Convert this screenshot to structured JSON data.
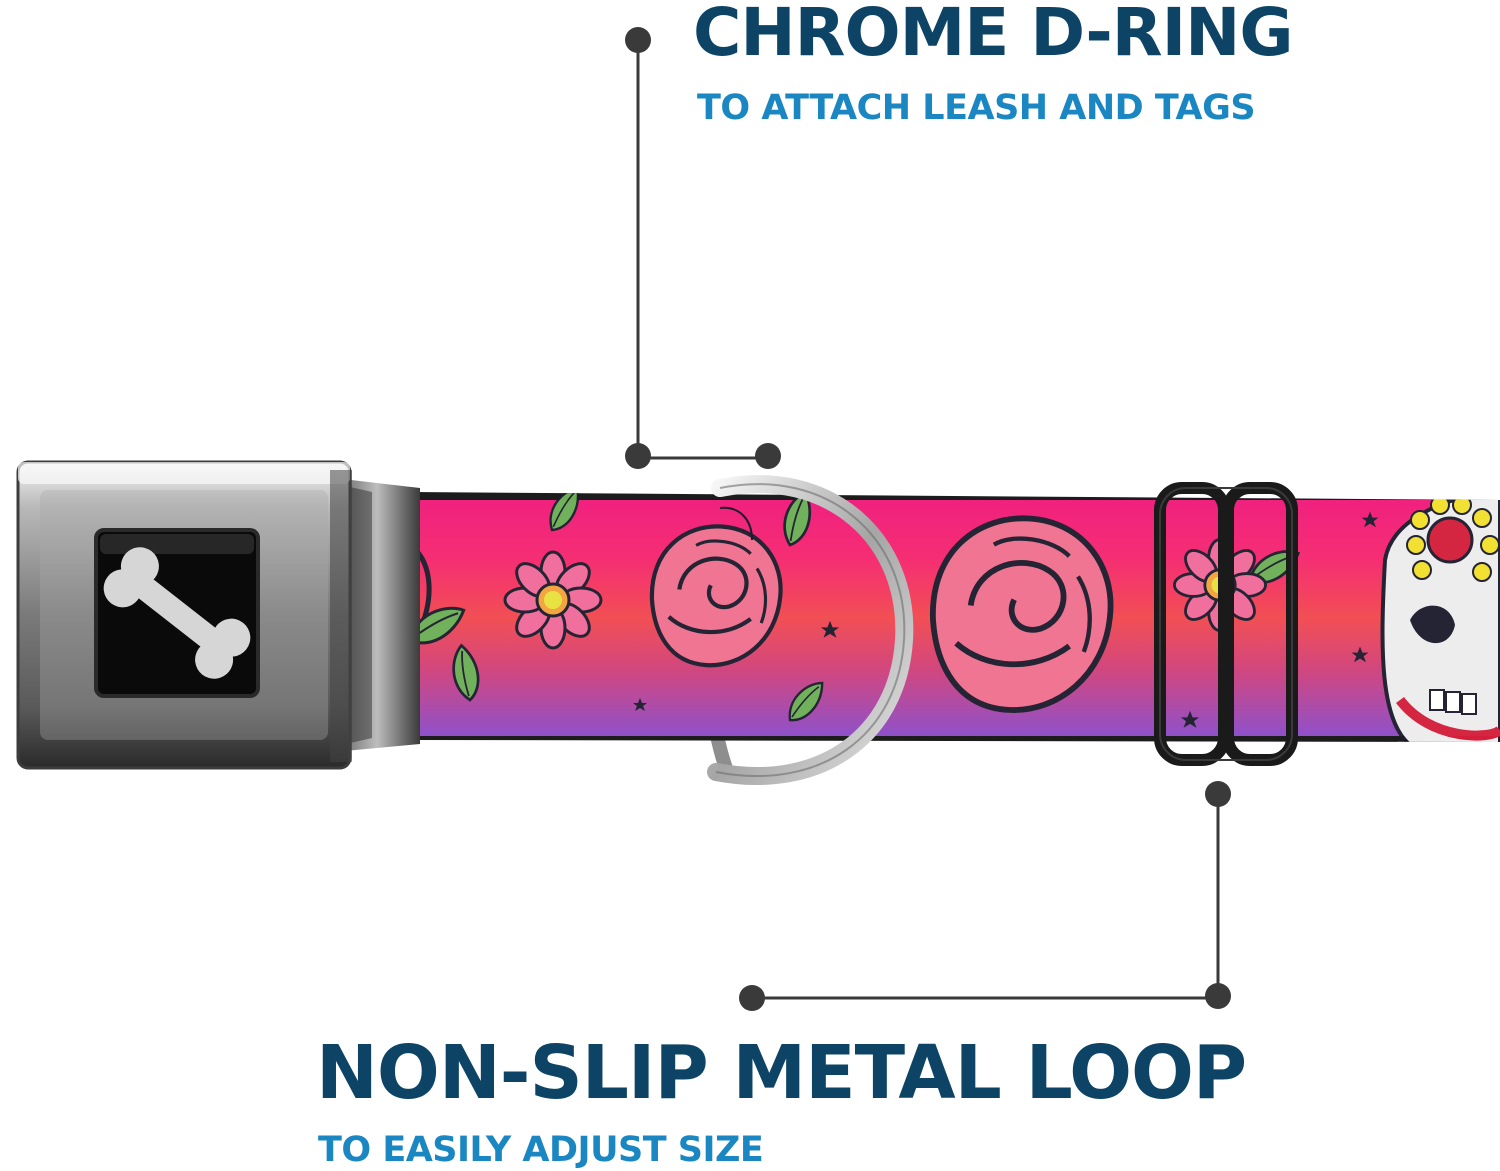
{
  "colors": {
    "headline": "#0d4466",
    "subline": "#1a86c2",
    "leader": "#3a3a3a",
    "webbing_top": "#f0197a",
    "webbing_mid": "#f2484e",
    "webbing_bottom": "#8a4ac8"
  },
  "callouts": {
    "dring": {
      "title": "CHROME D-RING",
      "subtitle": "TO ATTACH LEASH AND TAGS"
    },
    "loop": {
      "title": "NON-SLIP METAL LOOP",
      "subtitle": "TO EASILY ADJUST SIZE"
    }
  },
  "product": {
    "buckle_icon": "bone-icon",
    "pattern_icons": [
      "rose-icon",
      "daisy-icon",
      "leaf-icon",
      "star-icon",
      "sugar-skull-icon"
    ]
  }
}
